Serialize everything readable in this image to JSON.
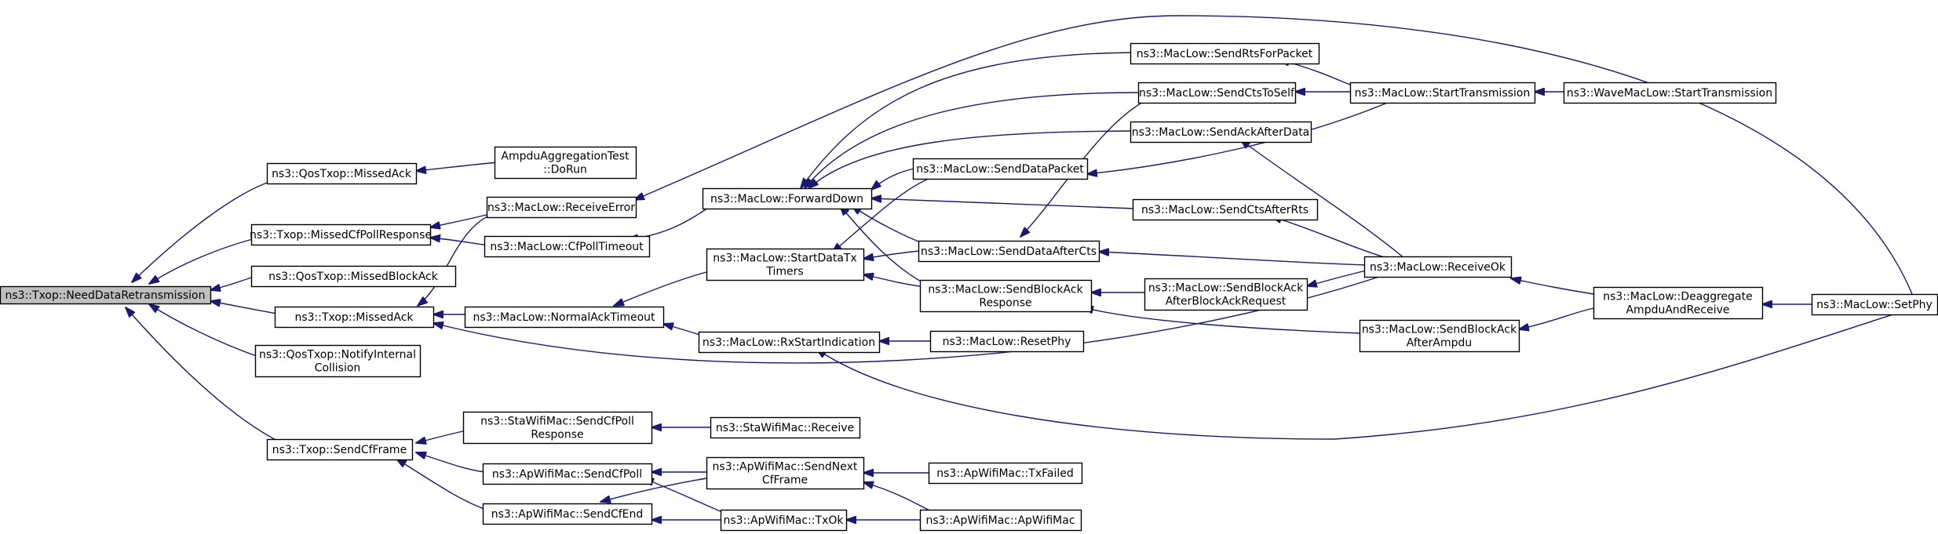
{
  "colors": {
    "edge": "#191970",
    "node_border": "#000000",
    "root_fill": "#bfbfbf",
    "node_fill": "#ffffff"
  },
  "nodes": [
    {
      "id": "n_root",
      "lines": [
        "ns3::Txop::NeedDataRetransmission"
      ],
      "root": true
    },
    {
      "id": "n_qos_missedack",
      "lines": [
        "ns3::QosTxop::MissedAck"
      ]
    },
    {
      "id": "n_missedcfpoll",
      "lines": [
        "ns3::Txop::MissedCfPollResponse"
      ]
    },
    {
      "id": "n_qos_missedblockack",
      "lines": [
        "ns3::QosTxop::MissedBlockAck"
      ]
    },
    {
      "id": "n_txop_missedack",
      "lines": [
        "ns3::Txop::MissedAck"
      ]
    },
    {
      "id": "n_qos_notify",
      "lines": [
        "ns3::QosTxop::NotifyInternal",
        "Collision"
      ]
    },
    {
      "id": "n_sendcfframe",
      "lines": [
        "ns3::Txop::SendCfFrame"
      ]
    },
    {
      "id": "n_ampdutest",
      "lines": [
        "AmpduAggregationTest",
        "::DoRun"
      ]
    },
    {
      "id": "n_receiveerror",
      "lines": [
        "ns3::MacLow::ReceiveError"
      ]
    },
    {
      "id": "n_cfpolltimeout",
      "lines": [
        "ns3::MacLow::CfPollTimeout"
      ]
    },
    {
      "id": "n_normalacktimeout",
      "lines": [
        "ns3::MacLow::NormalAckTimeout"
      ]
    },
    {
      "id": "n_sta_sendcfpoll",
      "lines": [
        "ns3::StaWifiMac::SendCfPoll",
        "Response"
      ]
    },
    {
      "id": "n_ap_sendcfpoll",
      "lines": [
        "ns3::ApWifiMac::SendCfPoll"
      ]
    },
    {
      "id": "n_ap_sendcfend",
      "lines": [
        "ns3::ApWifiMac::SendCfEnd"
      ]
    },
    {
      "id": "n_forwarddown",
      "lines": [
        "ns3::MacLow::ForwardDown"
      ]
    },
    {
      "id": "n_startdatatx",
      "lines": [
        "ns3::MacLow::StartDataTx",
        "Timers"
      ]
    },
    {
      "id": "n_rxstart",
      "lines": [
        "ns3::MacLow::RxStartIndication"
      ]
    },
    {
      "id": "n_sta_receive",
      "lines": [
        "ns3::StaWifiMac::Receive"
      ]
    },
    {
      "id": "n_ap_sendnext",
      "lines": [
        "ns3::ApWifiMac::SendNext",
        "CfFrame"
      ]
    },
    {
      "id": "n_ap_txok",
      "lines": [
        "ns3::ApWifiMac::TxOk"
      ]
    },
    {
      "id": "n_senddatapacket",
      "lines": [
        "ns3::MacLow::SendDataPacket"
      ]
    },
    {
      "id": "n_senddataaftercts",
      "lines": [
        "ns3::MacLow::SendDataAfterCts"
      ]
    },
    {
      "id": "n_sendblockackresp",
      "lines": [
        "ns3::MacLow::SendBlockAck",
        "Response"
      ]
    },
    {
      "id": "n_resetphy",
      "lines": [
        "ns3::MacLow::ResetPhy"
      ]
    },
    {
      "id": "n_ap_txfailed",
      "lines": [
        "ns3::ApWifiMac::TxFailed"
      ]
    },
    {
      "id": "n_ap_apwifimac",
      "lines": [
        "ns3::ApWifiMac::ApWifiMac"
      ]
    },
    {
      "id": "n_sendrtsforpacket",
      "lines": [
        "ns3::MacLow::SendRtsForPacket"
      ]
    },
    {
      "id": "n_sendctstoself",
      "lines": [
        "ns3::MacLow::SendCtsToSelf"
      ]
    },
    {
      "id": "n_sendackafterdata",
      "lines": [
        "ns3::MacLow::SendAckAfterData"
      ]
    },
    {
      "id": "n_sendctsafterrts",
      "lines": [
        "ns3::MacLow::SendCtsAfterRts"
      ]
    },
    {
      "id": "n_sendbaafterbar",
      "lines": [
        "ns3::MacLow::SendBlockAck",
        "AfterBlockAckRequest"
      ]
    },
    {
      "id": "n_sendbaafterampdu",
      "lines": [
        "ns3::MacLow::SendBlockAck",
        "AfterAmpdu"
      ]
    },
    {
      "id": "n_starttransmission",
      "lines": [
        "ns3::MacLow::StartTransmission"
      ]
    },
    {
      "id": "n_receiveok",
      "lines": [
        "ns3::MacLow::ReceiveOk"
      ]
    },
    {
      "id": "n_wave_starttx",
      "lines": [
        "ns3::WaveMacLow::StartTransmission"
      ]
    },
    {
      "id": "n_deaggregate",
      "lines": [
        "ns3::MacLow::Deaggregate",
        "AmpduAndReceive"
      ]
    },
    {
      "id": "n_setphy",
      "lines": [
        "ns3::MacLow::SetPhy"
      ]
    }
  ]
}
